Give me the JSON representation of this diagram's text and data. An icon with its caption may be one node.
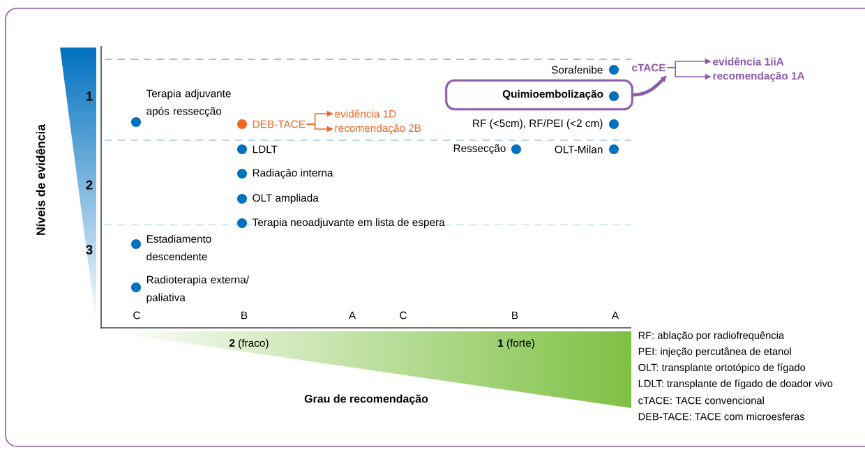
{
  "diagram": {
    "nodes": [
      {
        "text": [
          "Terapia adjuvante após ressecção"
        ]
      },
      {
        "text": [
          "DEB-TACE"
        ]
      },
      {
        "text": [
          "evidência 1D"
        ]
      },
      {
        "text": [
          "recomendação 2B"
        ]
      },
      {
        "text": [
          "LDLT"
        ]
      },
      {
        "text": [
          "Radiação interna"
        ]
      },
      {
        "text": [
          "OLT ampliada"
        ]
      },
      {
        "text": [
          "Terapia neoadjuvante em lista de espera"
        ]
      },
      {
        "text": [
          "Estadiamento descendente"
        ]
      },
      {
        "text": [
          "Radioterapia externa/ paliativa"
        ]
      },
      {
        "text": [
          "Sorafenibe"
        ]
      },
      {
        "text": [
          "Quimioembolização"
        ]
      },
      {
        "text": [
          "cTACE"
        ]
      },
      {
        "text": [
          "evidência 1iiA"
        ]
      },
      {
        "text": [
          "recomendação 1A"
        ]
      },
      {
        "text": [
          "RF (<5cm), RF/PEI (<2 cm)"
        ]
      },
      {
        "text": [
          "Ressecção"
        ]
      },
      {
        "text": [
          "OLT-Milan"
        ]
      }
    ],
    "edges": [
      {
        "from": 1,
        "to": 2,
        "arrow": "to",
        "color": "#f26522"
      },
      {
        "from": 1,
        "to": 3,
        "arrow": "to",
        "color": "#f26522"
      },
      {
        "from": 11,
        "to": 12,
        "arrow": "to",
        "style": "thick",
        "color": "#8e5baa"
      },
      {
        "from": 12,
        "to": 13,
        "arrow": "to",
        "color": "#8e5baa"
      },
      {
        "from": 12,
        "to": 14,
        "arrow": "to",
        "color": "#8e5baa"
      }
    ],
    "labels": [
      "Níveis de evidência",
      "1",
      "2",
      "3",
      "C",
      "B",
      "A",
      "C",
      "B",
      "A",
      "**2** (fraco)",
      "**1** (forte)",
      "Grau de recomendação",
      "RF: ablação por radiofrequência",
      "PEI: injeção percutânea de etanol",
      "OLT: transplante ortotópico de fígado",
      "LDLT: transplante de fígado de doador vivo",
      "cTACE: TACE convencional",
      "DEB-TACE: TACE com microesferas"
    ]
  }
}
